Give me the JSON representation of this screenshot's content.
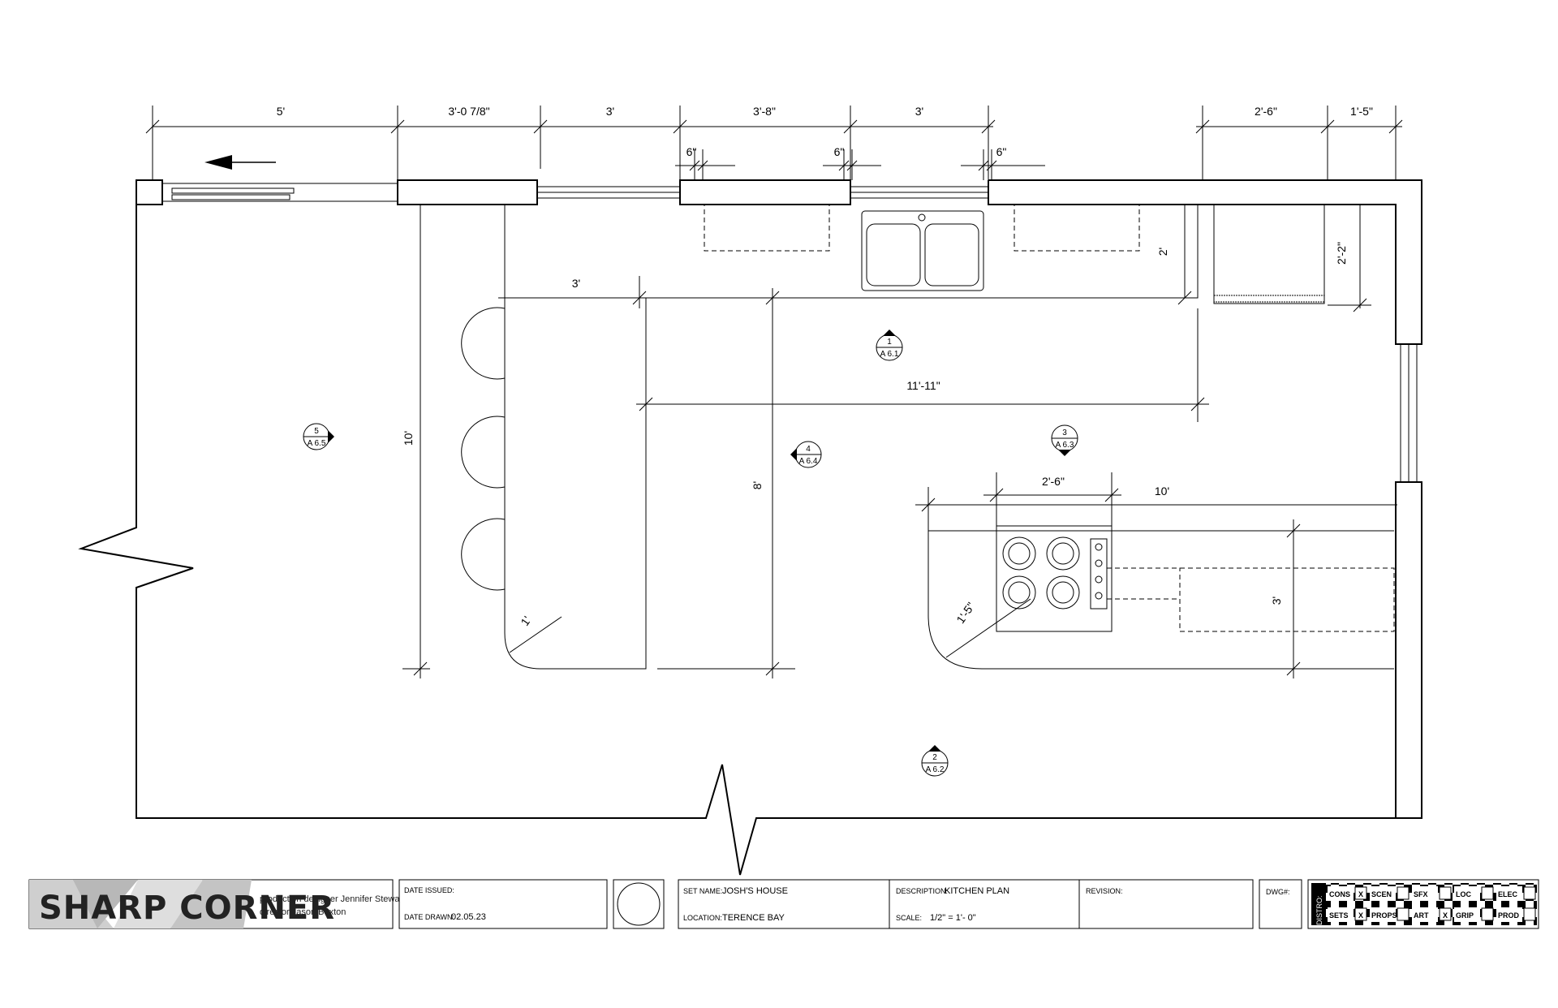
{
  "dimensions": {
    "top": [
      "5'",
      "3'-0 7/8\"",
      "3'",
      "3'-8\"",
      "3'",
      "2'-6\"",
      "1'-5\""
    ],
    "window_offsets": [
      "6\"",
      "6\"",
      "6\""
    ],
    "bar_width": "3'",
    "counter_depth": "2'",
    "fridge_depth": "2'-2\"",
    "overall_width": "11'-11\"",
    "bar_length": "10'",
    "island_to_bar": "8'",
    "cooktop_width": "2'-6\"",
    "island_length": "10'",
    "island_depth": "3'",
    "island_radius": "1'-5\"",
    "bar_radius": "1'"
  },
  "elevation_tags": [
    {
      "num": "1",
      "sheet": "A 6.1"
    },
    {
      "num": "2",
      "sheet": "A 6.2"
    },
    {
      "num": "3",
      "sheet": "A 6.3"
    },
    {
      "num": "4",
      "sheet": "A 6.4"
    },
    {
      "num": "5",
      "sheet": "A 6.5"
    }
  ],
  "title_block": {
    "brand": "SHARP CORNER",
    "designer": "production designer Jennifer Stewart",
    "director": "director Jason Buxton",
    "date_issued_label": "DATE ISSUED:",
    "date_issued": "",
    "date_drawn_label": "DATE DRAWN:",
    "date_drawn": "02.05.23",
    "set_name_label": "SET NAME:",
    "set_name": "JOSH'S HOUSE",
    "location_label": "LOCATION:",
    "location": "TERENCE BAY",
    "description_label": "DESCRIPTION:",
    "description": "KITCHEN PLAN",
    "scale_label": "SCALE:",
    "scale": "1/2\" = 1'- 0\"",
    "revision_label": "REVISION:",
    "dwg_label": "DWG#:",
    "distro_label": "DISTRO:",
    "distro": [
      {
        "label": "CONS",
        "checked": true
      },
      {
        "label": "SCEN",
        "checked": false
      },
      {
        "label": "SFX",
        "checked": false
      },
      {
        "label": "LOC",
        "checked": false
      },
      {
        "label": "ELEC",
        "checked": false
      },
      {
        "label": "SETS",
        "checked": true
      },
      {
        "label": "PROPS",
        "checked": false
      },
      {
        "label": "ART",
        "checked": true
      },
      {
        "label": "GRIP",
        "checked": false
      },
      {
        "label": "PROD",
        "checked": false
      }
    ],
    "check_mark": "X"
  }
}
